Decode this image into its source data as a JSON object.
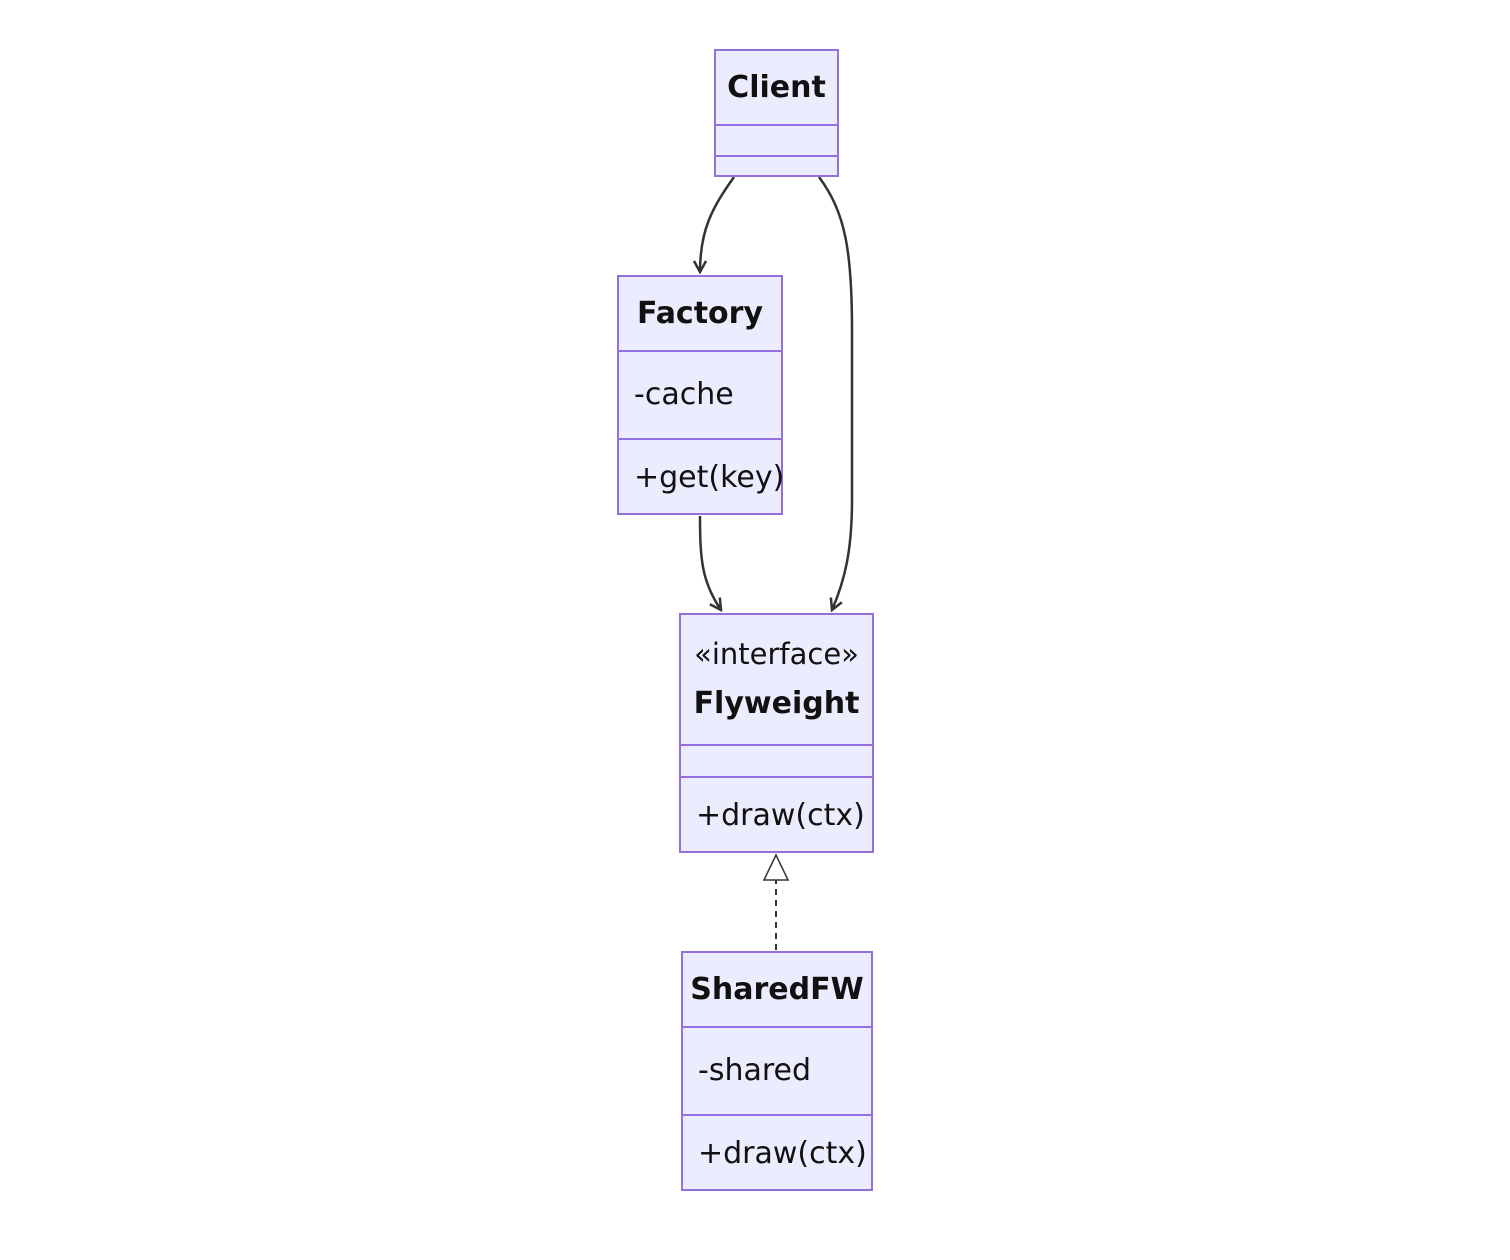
{
  "classes": {
    "client": {
      "name": "Client",
      "attributes": [],
      "methods": []
    },
    "factory": {
      "name": "Factory",
      "attributes": [
        "-cache"
      ],
      "methods": [
        "+get(key)"
      ]
    },
    "flyweight": {
      "stereotype": "«interface»",
      "name": "Flyweight",
      "attributes": [],
      "methods": [
        "+draw(ctx)"
      ]
    },
    "sharedfw": {
      "name": "SharedFW",
      "attributes": [
        "-shared"
      ],
      "methods": [
        "+draw(ctx)"
      ]
    }
  },
  "relations": [
    {
      "from": "Client",
      "to": "Factory",
      "type": "association"
    },
    {
      "from": "Client",
      "to": "Flyweight",
      "type": "association"
    },
    {
      "from": "Factory",
      "to": "Flyweight",
      "type": "association"
    },
    {
      "from": "SharedFW",
      "to": "Flyweight",
      "type": "realization"
    }
  ],
  "colors": {
    "fill": "#ECECFF",
    "border": "#9370DB",
    "edge": "#333333"
  }
}
